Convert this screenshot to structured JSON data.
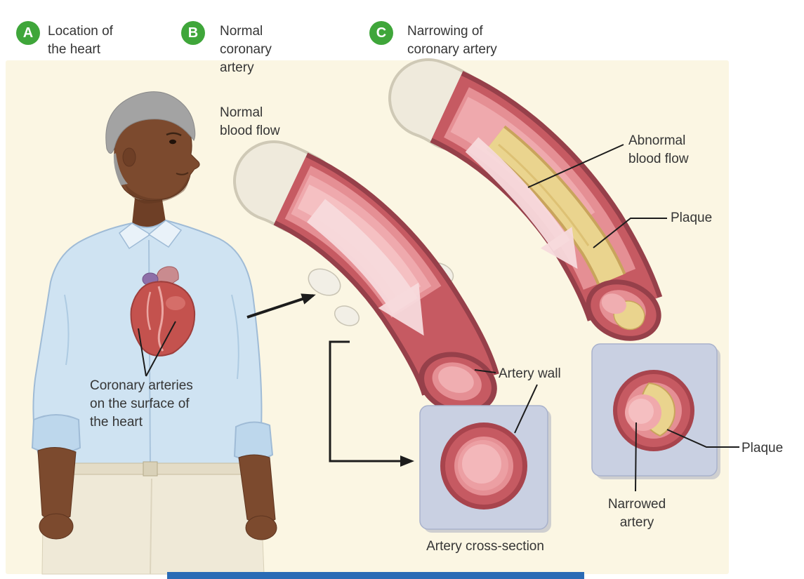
{
  "sections": [
    {
      "badge": "A",
      "label": "Location of\nthe heart"
    },
    {
      "badge": "B",
      "label": "Normal\ncoronary\nartery"
    },
    {
      "badge": "C",
      "label": "Narrowing of\ncoronary artery"
    }
  ],
  "labels": {
    "normal_blood_flow": "Normal\nblood flow",
    "abnormal_blood_flow": "Abnormal\nblood flow",
    "plaque_top": "Plaque",
    "artery_wall": "Artery wall",
    "coronary_arteries": "Coronary arteries\non the surface of\nthe heart",
    "artery_cross_section": "Artery cross-section",
    "narrowed_artery": "Narrowed\nartery",
    "plaque_bottom": "Plaque"
  },
  "colors": {
    "badge_green": "#3FA63A",
    "panel_cream": "#FBF6E3",
    "artery_red": "#C65A62",
    "artery_dark": "#96404A",
    "lumen_pink": "#E58F94",
    "plaque_yellow": "#EAD48E",
    "box_blue": "#C9D0E2",
    "accent_bar_blue": "#2A6BB5",
    "text": "#353535"
  }
}
